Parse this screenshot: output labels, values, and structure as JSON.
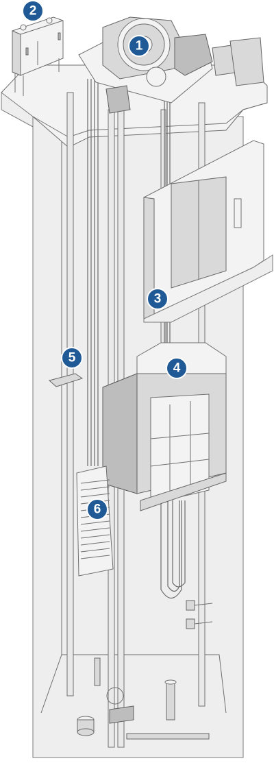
{
  "diagram": {
    "callouts": [
      {
        "id": "machine",
        "label": "1"
      },
      {
        "id": "controller",
        "label": "2"
      },
      {
        "id": "landing-door",
        "label": "3"
      },
      {
        "id": "car",
        "label": "4"
      },
      {
        "id": "guide-rail",
        "label": "5"
      },
      {
        "id": "counterweight",
        "label": "6"
      }
    ],
    "colors": {
      "badge": "#1f5a96",
      "structure": "#eeeeee",
      "outline": "#6f6f6f"
    }
  }
}
